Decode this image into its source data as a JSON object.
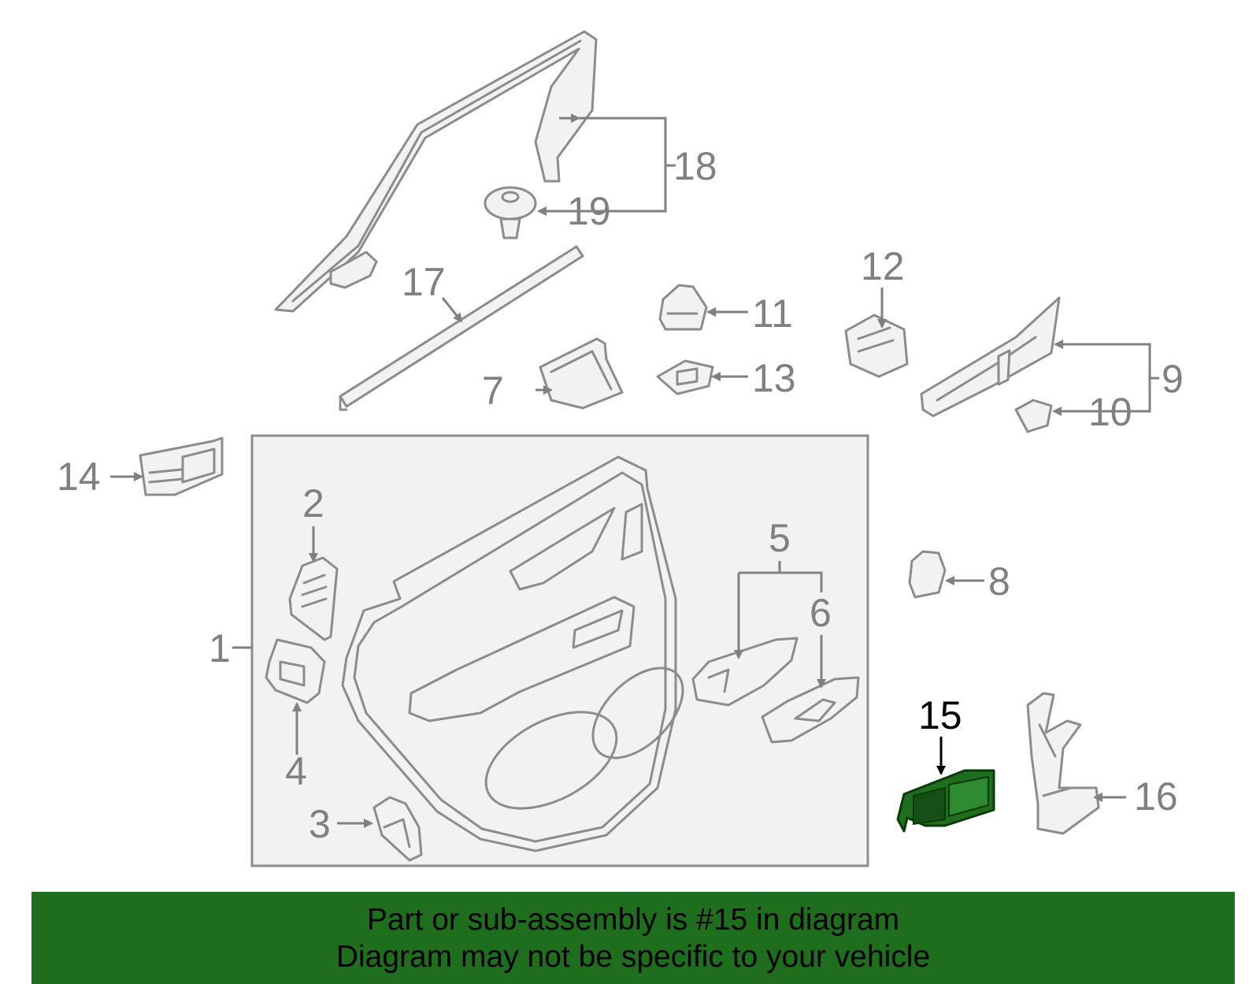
{
  "diagram": {
    "callouts": [
      "1",
      "2",
      "3",
      "4",
      "5",
      "6",
      "7",
      "8",
      "9",
      "10",
      "11",
      "12",
      "13",
      "14",
      "15",
      "16",
      "17",
      "18",
      "19"
    ],
    "highlighted_part": "15",
    "colors": {
      "highlight": "#1e6e1e",
      "line": "#8c8c8c",
      "label": "#808080",
      "active_label": "#000000",
      "banner": "#1e6e1e"
    }
  },
  "banner": {
    "line1": "Part or sub-assembly is #15 in diagram",
    "line2": "Diagram may not be specific to your vehicle"
  }
}
